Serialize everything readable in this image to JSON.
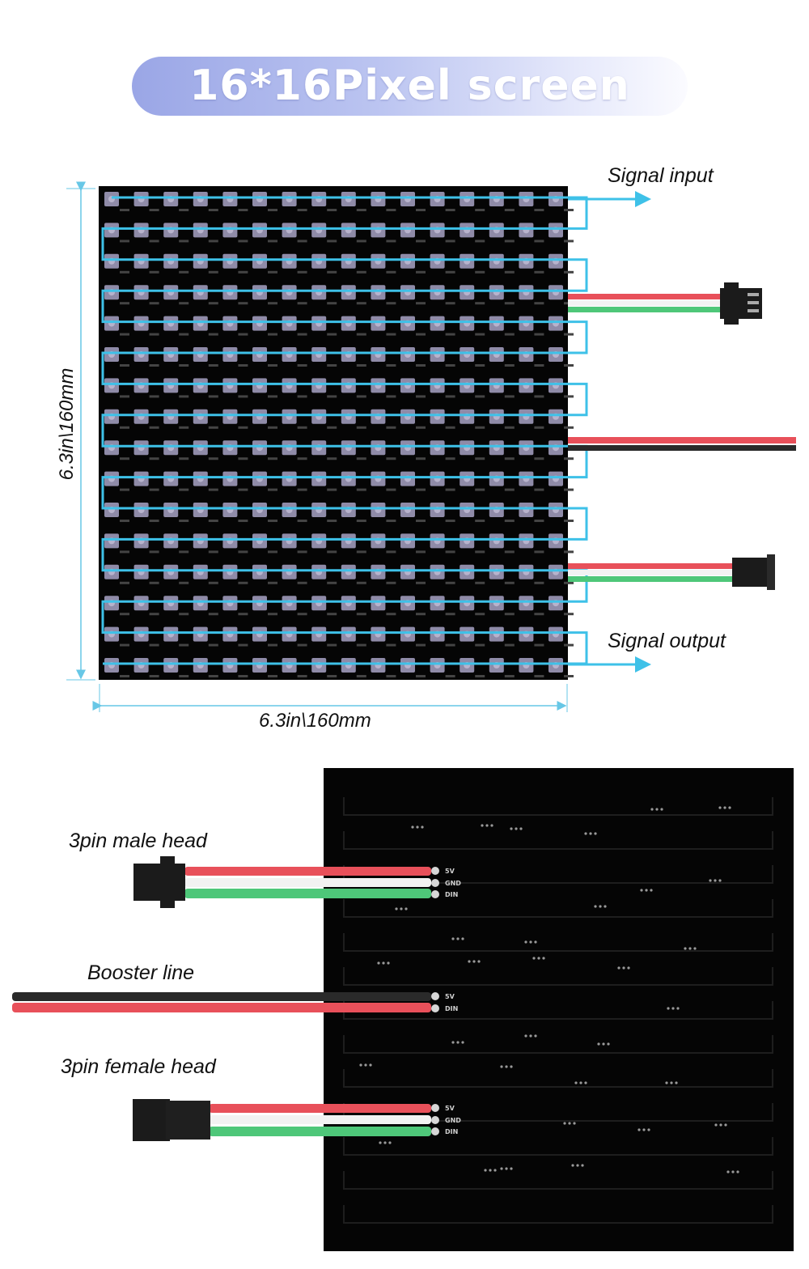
{
  "title": "16*16Pixel screen",
  "labels": {
    "signal_input": "Signal input",
    "signal_output": "Signal output",
    "height": "6.3in\\160mm",
    "width": "6.3in\\160mm",
    "male_head": "3pin male head",
    "booster_line": "Booster line",
    "female_head": "3pin female head"
  },
  "pad_labels": {
    "male": [
      "5V",
      "GND",
      "DIN"
    ],
    "booster": [
      "5V",
      "DIN"
    ],
    "female": [
      "5V",
      "GND",
      "DIN"
    ]
  },
  "matrix": {
    "rows": 16,
    "cols": 16
  },
  "colors": {
    "board": "#050505",
    "led": "#8f8ba8",
    "signal_path": "#3ec1e8",
    "dimension": "#67c7e6",
    "wire_red": "#e8505a",
    "wire_white": "#f2f2f2",
    "wire_green": "#4ec779",
    "wire_black": "#2a2a2a",
    "arrow": "#3ec1e8"
  }
}
